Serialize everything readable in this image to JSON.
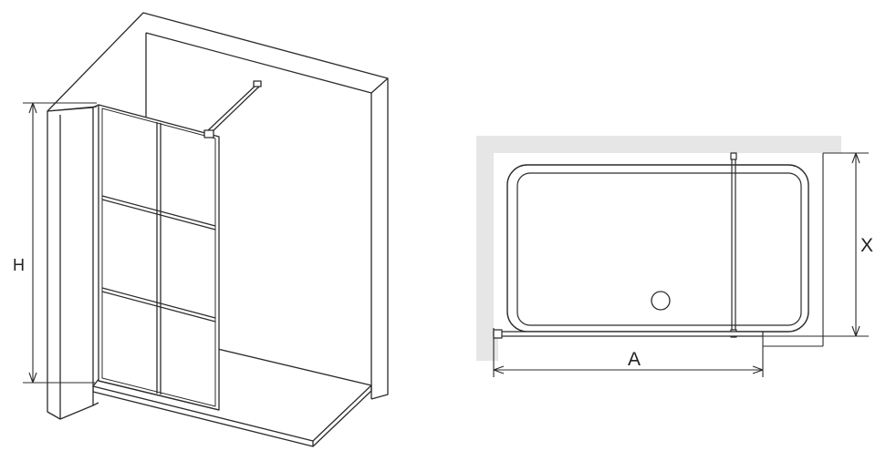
{
  "left_view": {
    "dimension_height_label": "H"
  },
  "plan_view": {
    "dimension_width_label": "A",
    "dimension_depth_label": "X"
  }
}
